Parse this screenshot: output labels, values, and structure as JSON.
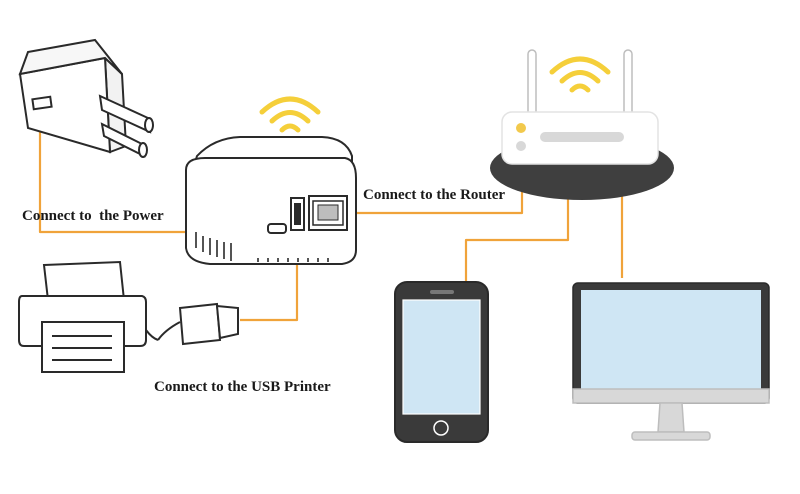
{
  "labels": {
    "power": "Connect to  the Power",
    "router": "Connect to the Router",
    "printer": "Connect to the USB Printer"
  },
  "colors": {
    "cable": "#f0a33a",
    "wifi": "#f5cf3a",
    "outline": "#2a2a2a",
    "router_shadow": "#3f3f3f",
    "screen": "#cfe6f4",
    "monitor_body": "#d8d8d8",
    "phone_body": "#3a3a3a",
    "router_led": "#f2c94c"
  },
  "icons": {
    "power_adapter": "power-adapter-icon",
    "print_server": "print-server-icon",
    "printer": "printer-icon",
    "usb_plug": "usb-plug-icon",
    "router": "router-icon",
    "phone": "smartphone-icon",
    "monitor": "desktop-monitor-icon",
    "wifi": "wifi-signal-icon"
  }
}
